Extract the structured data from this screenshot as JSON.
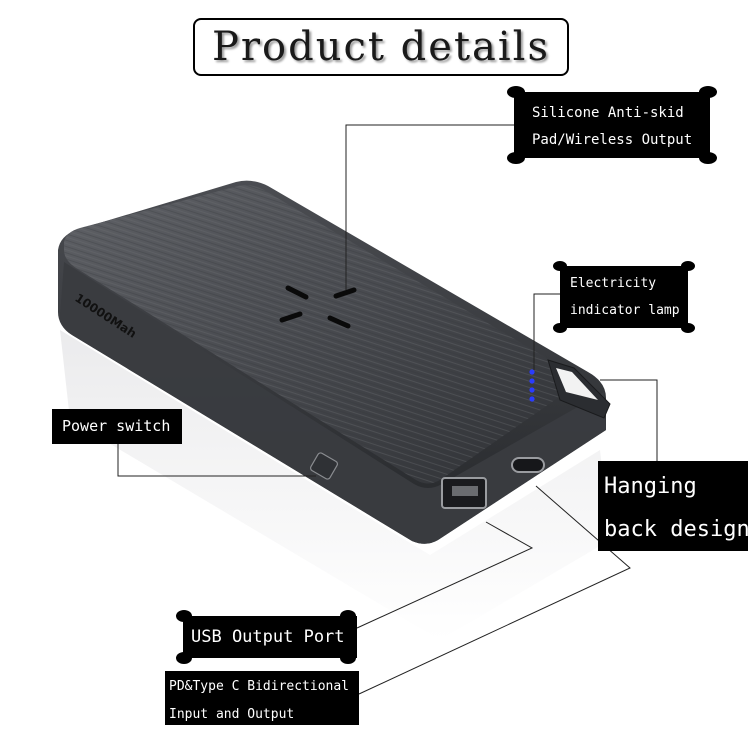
{
  "title": "Product details",
  "product": {
    "capacity_print": "10000Mah"
  },
  "callouts": {
    "silicone": [
      "Silicone Anti-skid",
      "Pad/Wireless Output"
    ],
    "electricity": [
      "Electricity",
      "indicator lamp"
    ],
    "power": "Power switch",
    "hanging": [
      "Hanging",
      "back design"
    ],
    "usb": "USB Output Port",
    "pd": [
      "PD&Type C Bidirectional",
      "Input and Output"
    ]
  },
  "colors": {
    "label_bg": "#000000",
    "label_text": "#ffffff",
    "body_dark": "#3a3c40",
    "indicator_led": "#2a3cff"
  }
}
